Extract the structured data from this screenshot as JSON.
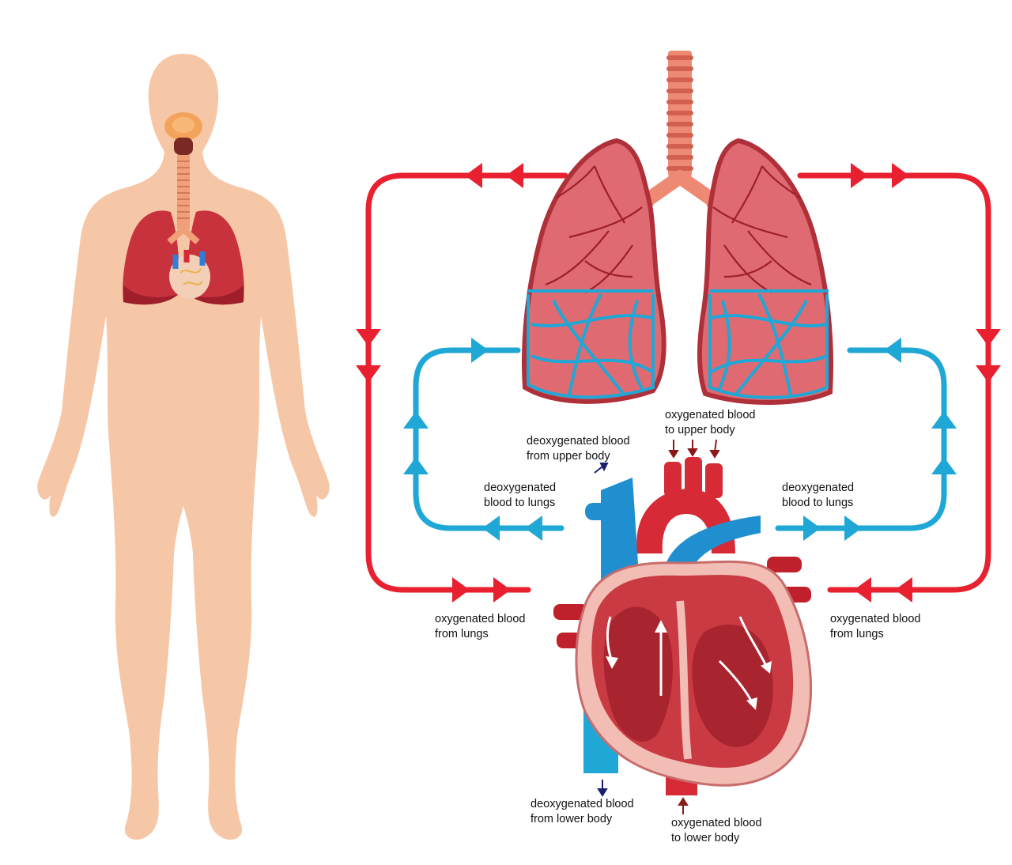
{
  "labels": {
    "oxy_upper": {
      "line1": "oxygenated blood",
      "line2": "to upper body"
    },
    "deoxy_upper": {
      "line1": "deoxygenated blood",
      "line2": "from upper body"
    },
    "deoxy_lungs_left": {
      "line1": "deoxygenated",
      "line2": "blood to lungs"
    },
    "deoxy_lungs_right": {
      "line1": "deoxygenated",
      "line2": "blood to lungs"
    },
    "oxy_lungs_left": {
      "line1": "oxygenated blood",
      "line2": "from lungs"
    },
    "oxy_lungs_right": {
      "line1": "oxygenated blood",
      "line2": "from lungs"
    },
    "deoxy_lower": {
      "line1": "deoxygenated blood",
      "line2": "from lower body"
    },
    "oxy_lower": {
      "line1": "oxygenated blood",
      "line2": "to lower body"
    }
  },
  "colors": {
    "oxygenated": "#e8202f",
    "deoxygenated": "#1fa7d6",
    "skin": "#f6c7a6",
    "lung": "#d8505a",
    "heart": "#c93a42"
  }
}
